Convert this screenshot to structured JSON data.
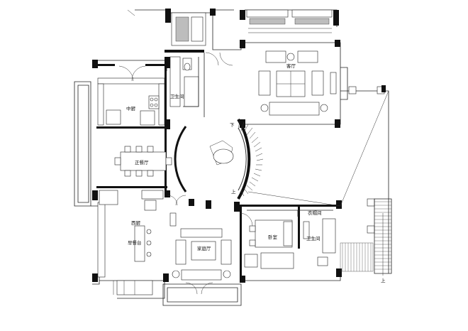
{
  "rooms": {
    "kitchen": "中厨",
    "bath_upper": "卫生间",
    "living": "客厅",
    "formal_dining": "正餐厅",
    "western_kitchen": "西厨",
    "breakfast": "早餐台",
    "family_room": "家庭厅",
    "bedroom": "卧室",
    "walk_in_closet": "衣帽间",
    "bath_lower": "卫生间"
  },
  "stairs": {
    "down_mark": "下",
    "up_mark_main": "上",
    "up_mark_exterior": "上"
  },
  "colors": {
    "wall": "#111111",
    "line": "#222222",
    "fill_grey": "#bdbdbd"
  }
}
